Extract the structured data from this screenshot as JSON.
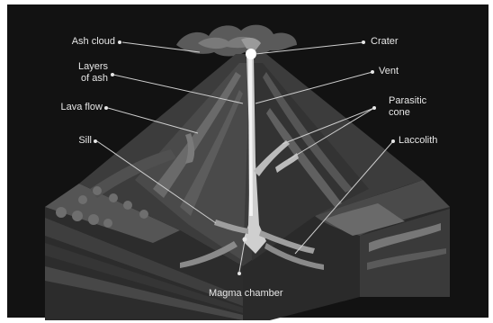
{
  "diagram": {
    "labels": {
      "ash_cloud": "Ash cloud",
      "layers_of_ash_1": "Layers",
      "layers_of_ash_2": "of ash",
      "lava_flow": "Lava flow",
      "sill": "Sill",
      "crater": "Crater",
      "vent": "Vent",
      "parasitic_cone_1": "Parasitic",
      "parasitic_cone_2": "cone",
      "laccolith": "Laccolith",
      "magma_chamber": "Magma chamber"
    }
  }
}
